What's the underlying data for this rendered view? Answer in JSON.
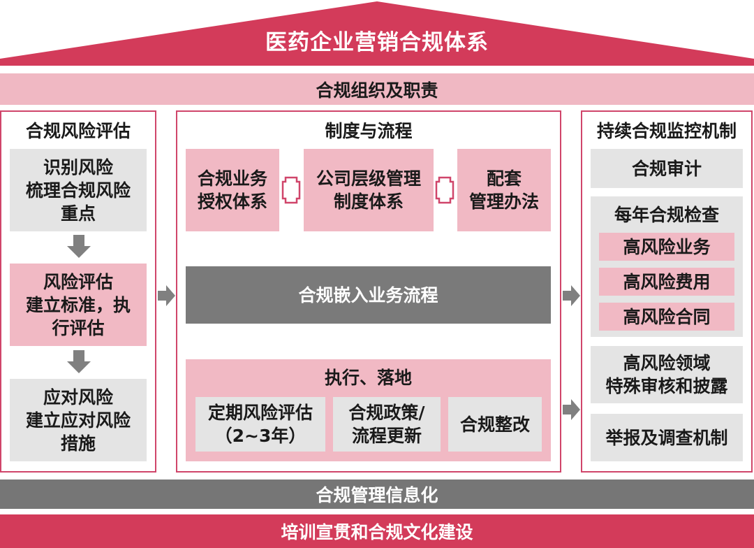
{
  "roof": {
    "title": "医药企业营销合规体系"
  },
  "bands": {
    "top": "合规组织及职责",
    "bottom_gray": "合规管理信息化",
    "bottom_red": "培训宣贯和合规文化建设"
  },
  "left": {
    "title": "合规风险评估",
    "steps": [
      "识别风险\n梳理合规风险\n重点",
      "风险评估\n建立标准，执\n行评估",
      "应对风险\n建立应对风险\n措施"
    ]
  },
  "middle": {
    "title": "制度与流程",
    "top_boxes": [
      "合规业务\n授权体系",
      "公司层级管理\n制度体系",
      "配套\n管理办法"
    ],
    "embed": "合规嵌入业务流程",
    "exec_title": "执行、落地",
    "exec_boxes": [
      "定期风险评估\n（2~3年）",
      "合规政策/\n流程更新",
      "合规整改"
    ]
  },
  "right": {
    "title": "持续合规监控机制",
    "audit": "合规审计",
    "annual_title": "每年合规检查",
    "annual_items": [
      "高风险业务",
      "高风险费用",
      "高风险合同"
    ],
    "special": "高风险领域\n特殊审核和披露",
    "report": "举报及调查机制"
  },
  "colors": {
    "red": "#d33b5a",
    "pink": "#f1b9c4",
    "gray": "#e4e4e4",
    "dark_gray": "#7a7a7a",
    "arrow_gray": "#808080"
  }
}
